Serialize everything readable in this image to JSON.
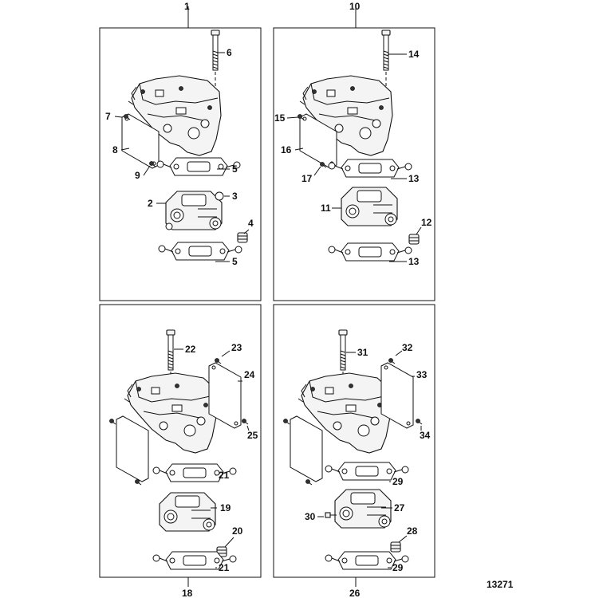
{
  "diagram_id": "13271",
  "panels": [
    {
      "assembly_number": "1",
      "callouts": [
        "6",
        "7",
        "8",
        "9",
        "5",
        "3",
        "2",
        "4",
        "5"
      ]
    },
    {
      "assembly_number": "10",
      "callouts": [
        "14",
        "15",
        "16",
        "17",
        "13",
        "11",
        "12",
        "13"
      ]
    },
    {
      "assembly_number": "18",
      "callouts": [
        "22",
        "23",
        "24",
        "25",
        "21",
        "19",
        "20",
        "21"
      ]
    },
    {
      "assembly_number": "26",
      "callouts": [
        "31",
        "32",
        "33",
        "34",
        "29",
        "30",
        "27",
        "28",
        "29"
      ]
    }
  ]
}
